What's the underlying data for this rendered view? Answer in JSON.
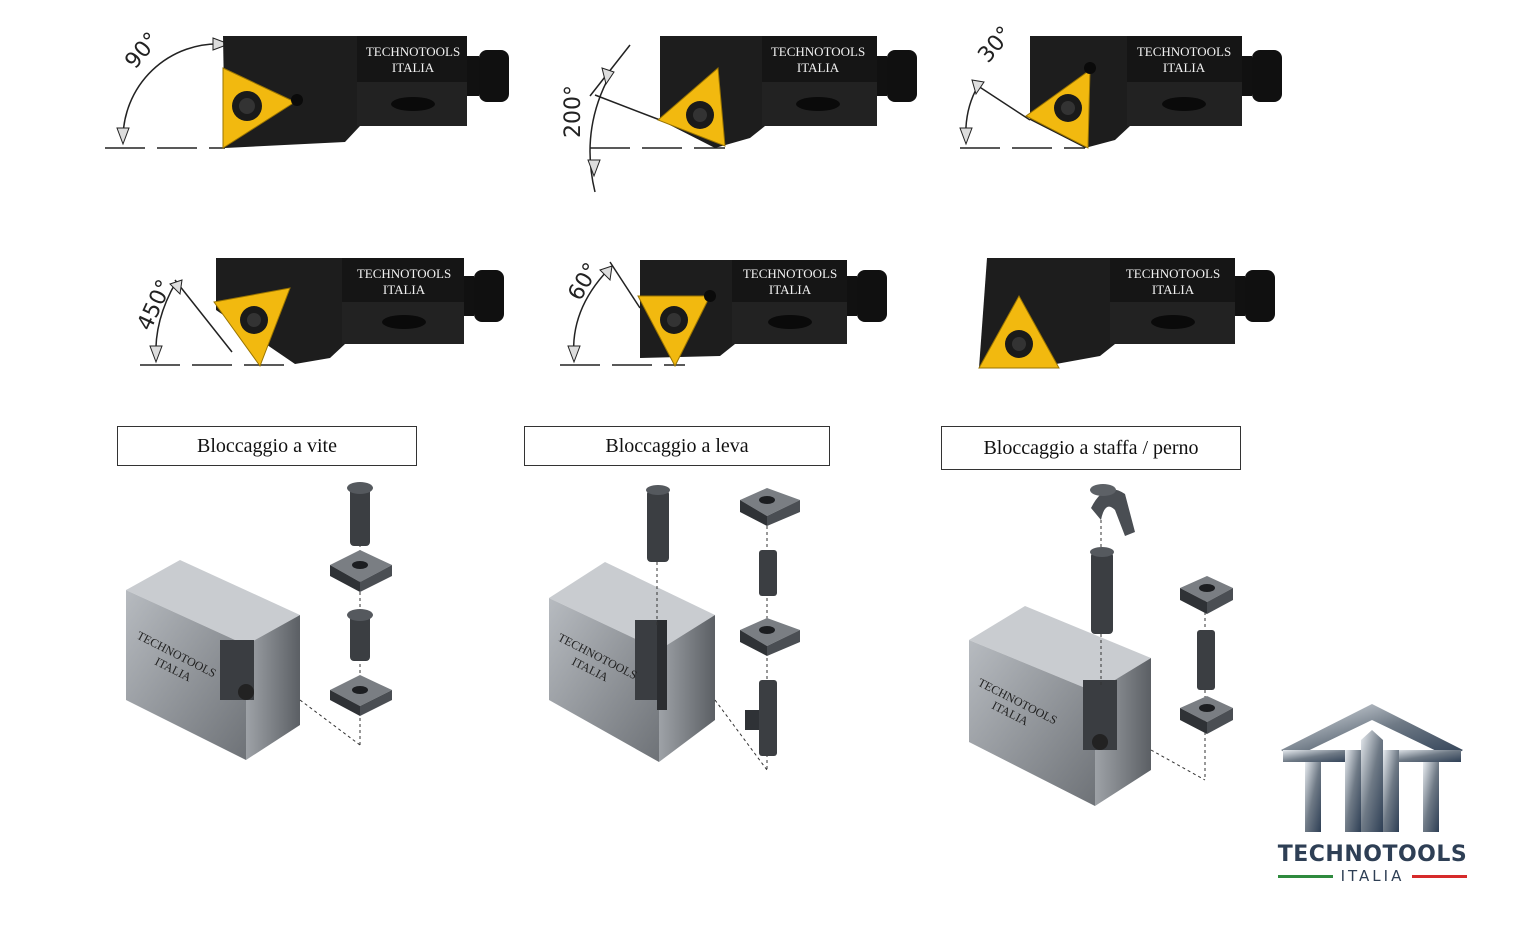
{
  "tools": [
    {
      "brand": "TECHNOTOOLS",
      "sub": "ITALIA",
      "angle": "90°"
    },
    {
      "brand": "TECHNOTOOLS",
      "sub": "ITALIA",
      "angle": "200°"
    },
    {
      "brand": "TECHNOTOOLS",
      "sub": "ITALIA",
      "angle": "30°"
    },
    {
      "brand": "TECHNOTOOLS",
      "sub": "ITALIA",
      "angle": "450°"
    },
    {
      "brand": "TECHNOTOOLS",
      "sub": "ITALIA",
      "angle": "60°"
    },
    {
      "brand": "TECHNOTOOLS",
      "sub": "ITALIA",
      "angle": ""
    }
  ],
  "mounting": [
    {
      "label": "Bloccaggio a vite",
      "block_brand": "TECHNOTOOLS",
      "block_sub": "ITALIA"
    },
    {
      "label": "Bloccaggio a leva",
      "block_brand": "TECHNOTOOLS",
      "block_sub": "ITALIA"
    },
    {
      "label": "Bloccaggio a staffa / perno",
      "block_brand": "TECHNOTOOLS",
      "block_sub": "ITALIA"
    }
  ],
  "logo": {
    "name": "TECHNOTOOLS",
    "sub": "ITALIA"
  },
  "colors": {
    "insert": "#f2b90f",
    "holder": "#1b1b1b",
    "steel": "#8d9196",
    "accent_green": "#2f8a3e",
    "accent_red": "#d62a2a"
  }
}
